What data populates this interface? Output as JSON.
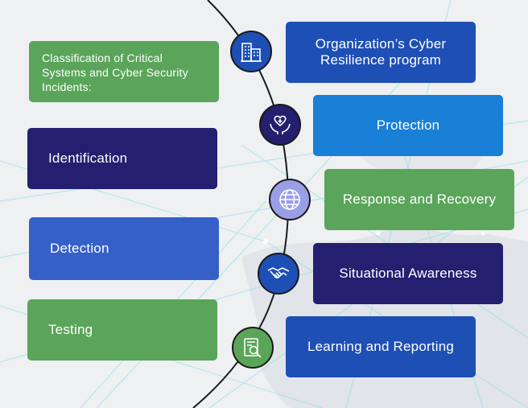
{
  "left_boxes": {
    "classification": "Classification of Critical Systems and Cyber Security Incidents:",
    "identification": "Identification",
    "detection": "Detection",
    "testing": "Testing"
  },
  "right_boxes": {
    "program": "Organization’s Cyber Resilience program",
    "protection": "Protection",
    "response": "Response and Recovery",
    "awareness": "Situational Awareness",
    "learning": "Learning and Reporting"
  },
  "icons": [
    "buildings-icon",
    "heart-hands-icon",
    "globe-icon",
    "handshake-icon",
    "magnifier-document-icon"
  ],
  "colors": {
    "green": "#5aa55a",
    "navy": "#241f6f",
    "royal_blue": "#1d4fb5",
    "sky_blue": "#1a7fd6"
  }
}
